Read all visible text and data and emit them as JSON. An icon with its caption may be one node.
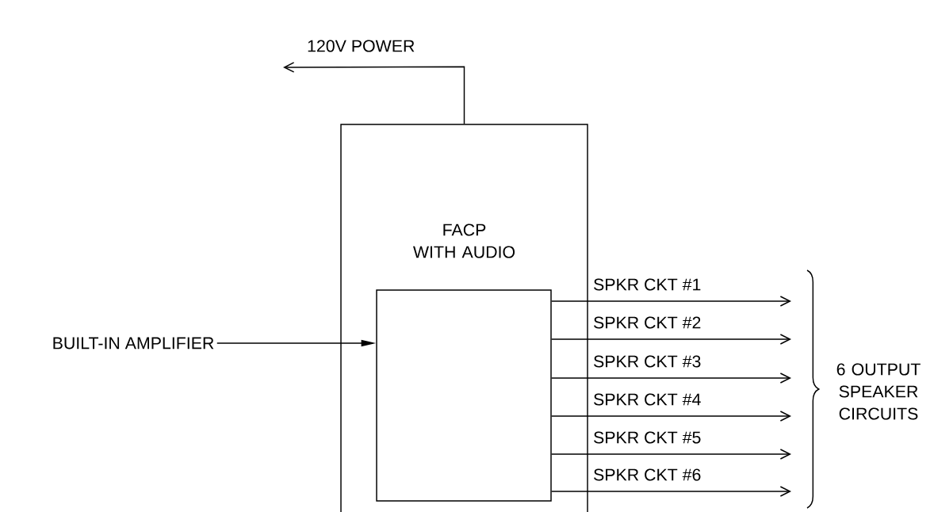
{
  "diagram": {
    "nodes": [
      {
        "text": [
          "FACP",
          "WITH AUDIO"
        ]
      },
      {
        "text": [],
        "shape": "box",
        "in": 0
      },
      {
        "text": [
          "BUILT-IN AMPLIFIER"
        ]
      }
    ],
    "edges": [
      {
        "from": 2,
        "to": 1,
        "arrow": "to"
      },
      {
        "from": 0,
        "to": null,
        "arrow": "to",
        "label": "120V POWER"
      },
      {
        "from": 1,
        "to": null,
        "arrow": "to",
        "label": "SPKR CKT #1"
      },
      {
        "from": 1,
        "to": null,
        "arrow": "to",
        "label": "SPKR CKT #2"
      },
      {
        "from": 1,
        "to": null,
        "arrow": "to",
        "label": "SPKR CKT #3"
      },
      {
        "from": 1,
        "to": null,
        "arrow": "to",
        "label": "SPKR CKT #4"
      },
      {
        "from": 1,
        "to": null,
        "arrow": "to",
        "label": "SPKR CKT #5"
      },
      {
        "from": 1,
        "to": null,
        "arrow": "to",
        "label": "SPKR CKT #6"
      }
    ],
    "labels": [
      "6 OUTPUT SPEAKER CIRCUITS"
    ]
  }
}
